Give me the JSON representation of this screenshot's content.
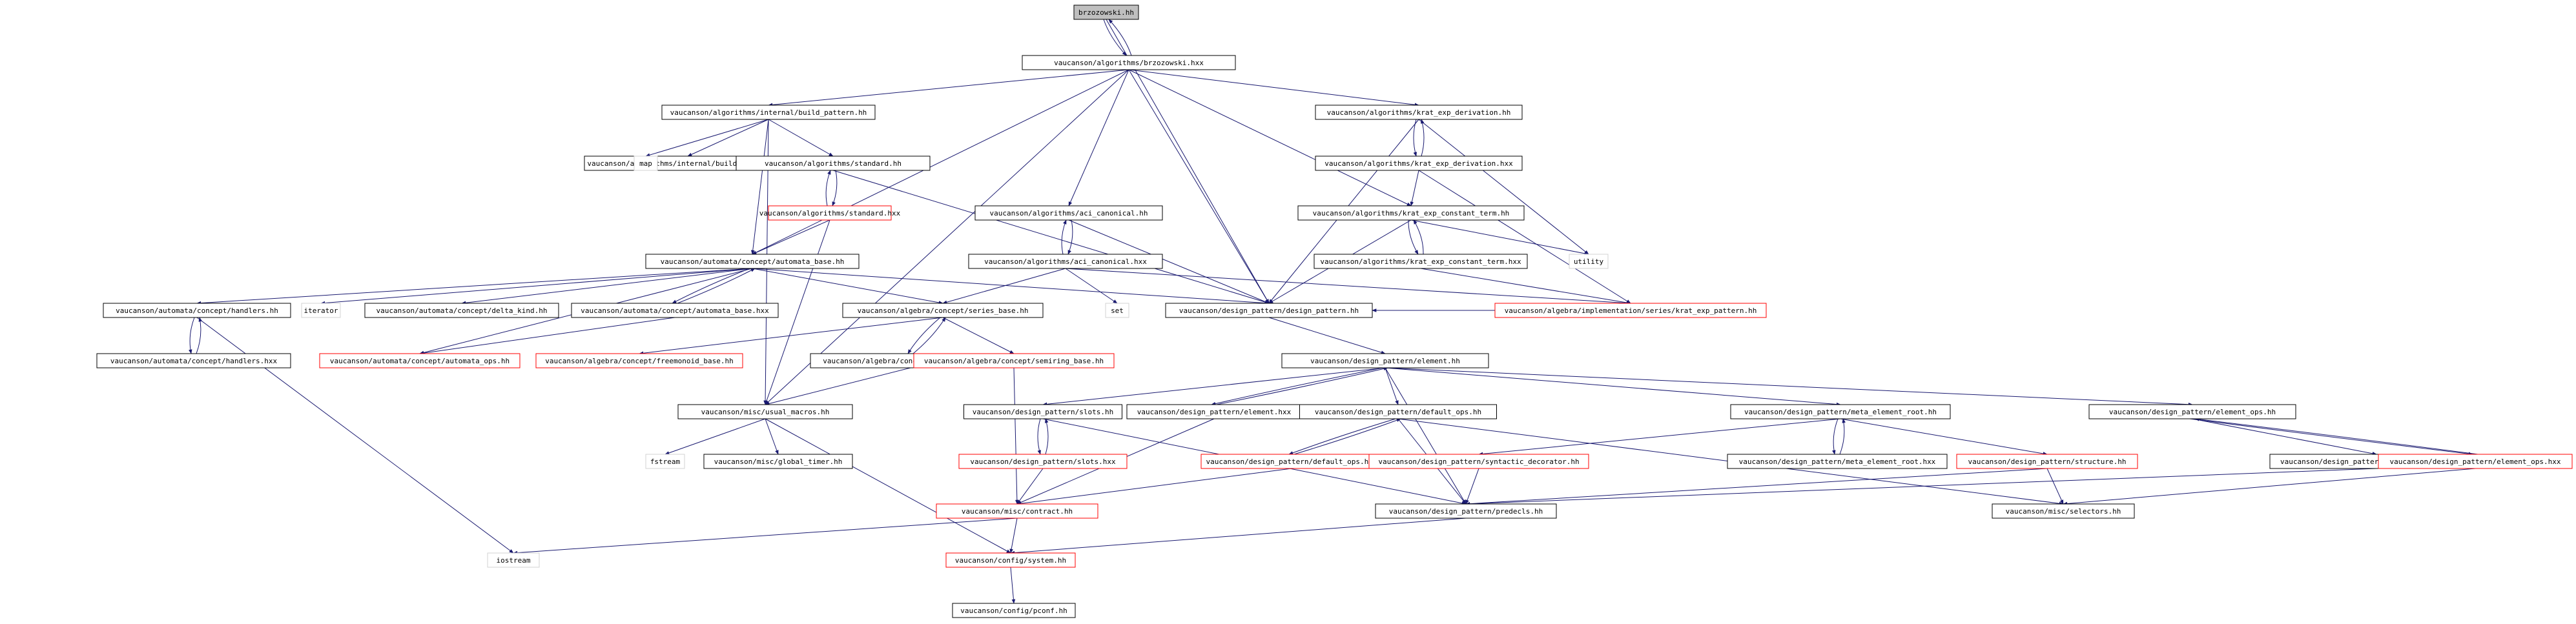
{
  "colors": {
    "edge": "#191970",
    "border_normal": "#000000",
    "border_truncated": "#ff0000",
    "border_external": "#d3d3d3",
    "root_fill": "#bfbfbf",
    "node_fill": "#ffffff",
    "text": "#000000"
  },
  "nodes": [
    {
      "id": "n1",
      "label": "brzozowski.hh",
      "kind": "root"
    },
    {
      "id": "n2",
      "label": "vaucanson/algorithms/brzozowski.hxx",
      "kind": "normal"
    },
    {
      "id": "n3",
      "label": "vaucanson/algorithms/internal/build_pattern.hh",
      "kind": "normal"
    },
    {
      "id": "n4",
      "label": "vaucanson/algorithms/krat_exp_derivation.hh",
      "kind": "normal"
    },
    {
      "id": "n5",
      "label": "vaucanson/algorithms/internal/build_pattern.hxx",
      "kind": "normal"
    },
    {
      "id": "n6",
      "label": "map",
      "kind": "external"
    },
    {
      "id": "n7",
      "label": "vaucanson/algorithms/standard.hh",
      "kind": "normal"
    },
    {
      "id": "n8",
      "label": "vaucanson/algorithms/krat_exp_derivation.hxx",
      "kind": "normal"
    },
    {
      "id": "n9",
      "label": "vaucanson/algorithms/aci_canonical.hh",
      "kind": "normal"
    },
    {
      "id": "n10",
      "label": "vaucanson/algorithms/krat_exp_constant_term.hh",
      "kind": "normal"
    },
    {
      "id": "n11",
      "label": "vaucanson/algorithms/standard.hxx",
      "kind": "truncated"
    },
    {
      "id": "n12",
      "label": "utility",
      "kind": "external"
    },
    {
      "id": "n13",
      "label": "vaucanson/automata/concept/automata_base.hh",
      "kind": "normal"
    },
    {
      "id": "n14",
      "label": "vaucanson/algorithms/aci_canonical.hxx",
      "kind": "normal"
    },
    {
      "id": "n15",
      "label": "vaucanson/algorithms/krat_exp_constant_term.hxx",
      "kind": "normal"
    },
    {
      "id": "n16",
      "label": "vaucanson/automata/concept/handlers.hh",
      "kind": "normal"
    },
    {
      "id": "n17",
      "label": "iterator",
      "kind": "external"
    },
    {
      "id": "n18",
      "label": "vaucanson/automata/concept/delta_kind.hh",
      "kind": "normal"
    },
    {
      "id": "n19",
      "label": "vaucanson/automata/concept/automata_base.hxx",
      "kind": "normal"
    },
    {
      "id": "n20",
      "label": "set",
      "kind": "external"
    },
    {
      "id": "n21",
      "label": "vaucanson/algebra/concept/series_base.hh",
      "kind": "normal"
    },
    {
      "id": "n22",
      "label": "vaucanson/design_pattern/design_pattern.hh",
      "kind": "normal"
    },
    {
      "id": "n23",
      "label": "vaucanson/algebra/implementation/series/krat_exp_pattern.hh",
      "kind": "truncated"
    },
    {
      "id": "n24",
      "label": "vaucanson/automata/concept/handlers.hxx",
      "kind": "normal"
    },
    {
      "id": "n25",
      "label": "vaucanson/automata/concept/automata_ops.hh",
      "kind": "truncated"
    },
    {
      "id": "n26",
      "label": "vaucanson/algebra/concept/freemonoid_base.hh",
      "kind": "truncated"
    },
    {
      "id": "n27",
      "label": "vaucanson/algebra/concept/series_base.hxx",
      "kind": "normal"
    },
    {
      "id": "n28",
      "label": "vaucanson/algebra/concept/semiring_base.hh",
      "kind": "truncated"
    },
    {
      "id": "n29",
      "label": "vaucanson/design_pattern/element.hh",
      "kind": "normal"
    },
    {
      "id": "n30",
      "label": "vaucanson/misc/usual_macros.hh",
      "kind": "normal"
    },
    {
      "id": "n31",
      "label": "vaucanson/design_pattern/slots.hh",
      "kind": "normal"
    },
    {
      "id": "n32",
      "label": "vaucanson/design_pattern/element.hxx",
      "kind": "normal"
    },
    {
      "id": "n33",
      "label": "vaucanson/design_pattern/default_ops.hh",
      "kind": "normal"
    },
    {
      "id": "n34",
      "label": "vaucanson/design_pattern/meta_element_root.hh",
      "kind": "normal"
    },
    {
      "id": "n35",
      "label": "vaucanson/design_pattern/element_ops.hh",
      "kind": "normal"
    },
    {
      "id": "n36",
      "label": "fstream",
      "kind": "external"
    },
    {
      "id": "n37",
      "label": "vaucanson/misc/global_timer.hh",
      "kind": "normal"
    },
    {
      "id": "n38",
      "label": "vaucanson/design_pattern/slots.hxx",
      "kind": "truncated"
    },
    {
      "id": "n39",
      "label": "vaucanson/design_pattern/default_ops.hxx",
      "kind": "truncated"
    },
    {
      "id": "n40",
      "label": "vaucanson/design_pattern/syntactic_decorator.hh",
      "kind": "truncated"
    },
    {
      "id": "n41",
      "label": "vaucanson/design_pattern/meta_element_root.hxx",
      "kind": "normal"
    },
    {
      "id": "n42",
      "label": "vaucanson/design_pattern/structure.hh",
      "kind": "truncated"
    },
    {
      "id": "n43",
      "label": "vaucanson/design_pattern/element_op_traits.hh",
      "kind": "normal"
    },
    {
      "id": "n44",
      "label": "vaucanson/design_pattern/element_ops.hxx",
      "kind": "truncated"
    },
    {
      "id": "n45",
      "label": "vaucanson/misc/contract.hh",
      "kind": "truncated"
    },
    {
      "id": "n46",
      "label": "vaucanson/design_pattern/predecls.hh",
      "kind": "normal"
    },
    {
      "id": "n47",
      "label": "vaucanson/misc/selectors.hh",
      "kind": "normal"
    },
    {
      "id": "n48",
      "label": "iostream",
      "kind": "external"
    },
    {
      "id": "n49",
      "label": "vaucanson/config/system.hh",
      "kind": "truncated"
    },
    {
      "id": "n50",
      "label": "vaucanson/config/pconf.hh",
      "kind": "normal"
    }
  ],
  "edges": [
    [
      "n1",
      "n2"
    ],
    [
      "n2",
      "n1"
    ],
    [
      "n1",
      "n22"
    ],
    [
      "n2",
      "n3"
    ],
    [
      "n2",
      "n4"
    ],
    [
      "n2",
      "n9"
    ],
    [
      "n2",
      "n10"
    ],
    [
      "n2",
      "n13"
    ],
    [
      "n2",
      "n30"
    ],
    [
      "n2",
      "n22"
    ],
    [
      "n3",
      "n5"
    ],
    [
      "n3",
      "n6"
    ],
    [
      "n3",
      "n7"
    ],
    [
      "n3",
      "n13"
    ],
    [
      "n3",
      "n30"
    ],
    [
      "n7",
      "n11"
    ],
    [
      "n11",
      "n7"
    ],
    [
      "n7",
      "n22"
    ],
    [
      "n11",
      "n13"
    ],
    [
      "n11",
      "n30"
    ],
    [
      "n4",
      "n8"
    ],
    [
      "n8",
      "n4"
    ],
    [
      "n4",
      "n12"
    ],
    [
      "n4",
      "n22"
    ],
    [
      "n8",
      "n10"
    ],
    [
      "n8",
      "n23"
    ],
    [
      "n10",
      "n15"
    ],
    [
      "n15",
      "n10"
    ],
    [
      "n10",
      "n12"
    ],
    [
      "n10",
      "n22"
    ],
    [
      "n15",
      "n23"
    ],
    [
      "n9",
      "n14"
    ],
    [
      "n14",
      "n9"
    ],
    [
      "n9",
      "n22"
    ],
    [
      "n14",
      "n20"
    ],
    [
      "n14",
      "n21"
    ],
    [
      "n14",
      "n23"
    ],
    [
      "n13",
      "n16"
    ],
    [
      "n13",
      "n17"
    ],
    [
      "n13",
      "n18"
    ],
    [
      "n13",
      "n19"
    ],
    [
      "n19",
      "n13"
    ],
    [
      "n13",
      "n21"
    ],
    [
      "n13",
      "n22"
    ],
    [
      "n13",
      "n25"
    ],
    [
      "n16",
      "n24"
    ],
    [
      "n24",
      "n16"
    ],
    [
      "n16",
      "n48"
    ],
    [
      "n19",
      "n25"
    ],
    [
      "n21",
      "n26"
    ],
    [
      "n21",
      "n27"
    ],
    [
      "n27",
      "n21"
    ],
    [
      "n21",
      "n28"
    ],
    [
      "n27",
      "n30"
    ],
    [
      "n28",
      "n45"
    ],
    [
      "n22",
      "n29"
    ],
    [
      "n23",
      "n22"
    ],
    [
      "n29",
      "n31"
    ],
    [
      "n29",
      "n32"
    ],
    [
      "n32",
      "n29"
    ],
    [
      "n29",
      "n33"
    ],
    [
      "n29",
      "n34"
    ],
    [
      "n29",
      "n35"
    ],
    [
      "n29",
      "n46"
    ],
    [
      "n30",
      "n36"
    ],
    [
      "n30",
      "n37"
    ],
    [
      "n30",
      "n49"
    ],
    [
      "n31",
      "n38"
    ],
    [
      "n38",
      "n31"
    ],
    [
      "n31",
      "n46"
    ],
    [
      "n38",
      "n45"
    ],
    [
      "n32",
      "n45"
    ],
    [
      "n33",
      "n39"
    ],
    [
      "n39",
      "n33"
    ],
    [
      "n33",
      "n46"
    ],
    [
      "n33",
      "n47"
    ],
    [
      "n39",
      "n45"
    ],
    [
      "n34",
      "n40"
    ],
    [
      "n34",
      "n41"
    ],
    [
      "n41",
      "n34"
    ],
    [
      "n34",
      "n42"
    ],
    [
      "n40",
      "n46"
    ],
    [
      "n42",
      "n46"
    ],
    [
      "n42",
      "n47"
    ],
    [
      "n35",
      "n43"
    ],
    [
      "n35",
      "n44"
    ],
    [
      "n44",
      "n35"
    ],
    [
      "n43",
      "n46"
    ],
    [
      "n44",
      "n47"
    ],
    [
      "n45",
      "n48"
    ],
    [
      "n45",
      "n49"
    ],
    [
      "n46",
      "n49"
    ],
    [
      "n49",
      "n50"
    ]
  ]
}
